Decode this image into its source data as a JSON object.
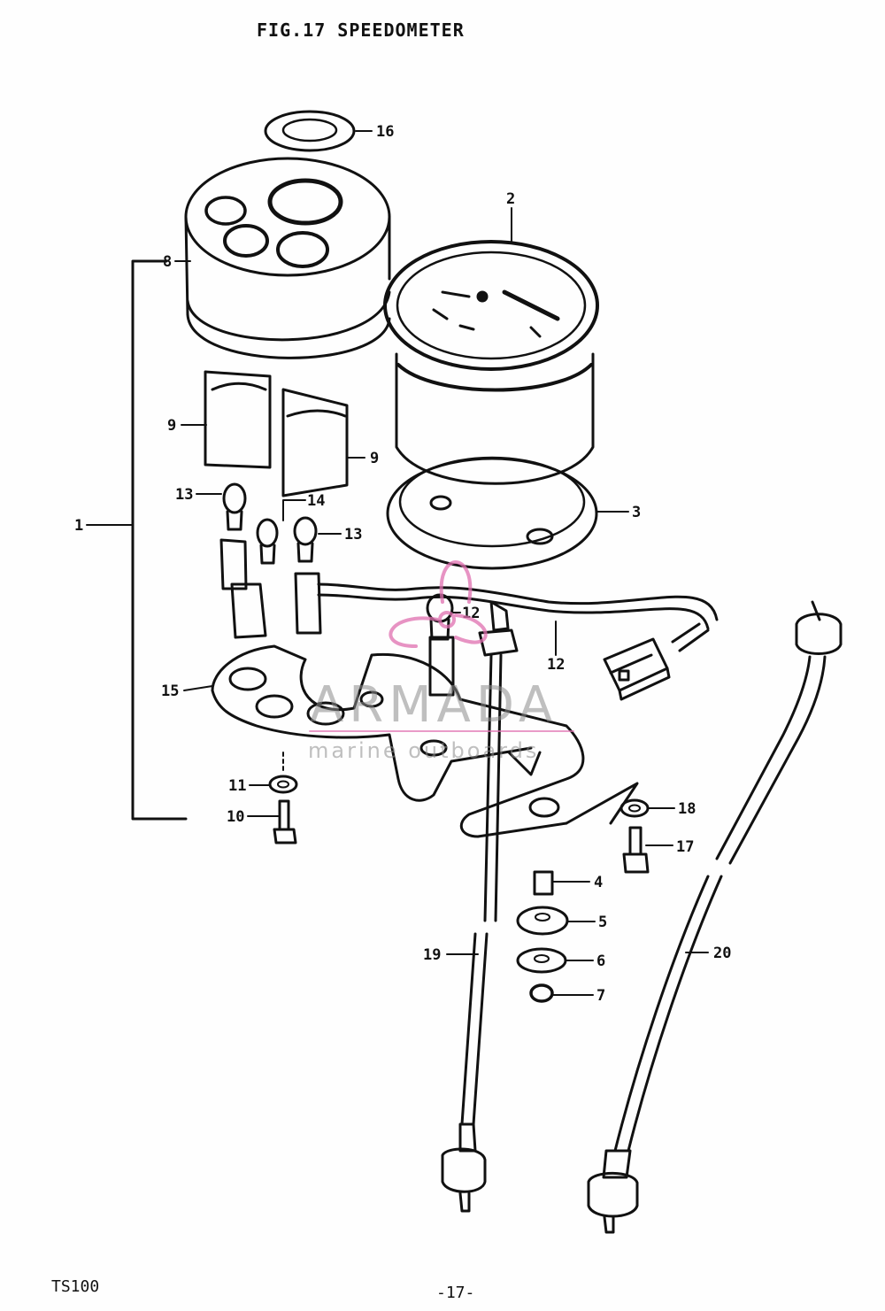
{
  "title": "FIG.17  SPEEDOMETER",
  "footer": {
    "model": "TS100",
    "page": "-17-"
  },
  "watermark": {
    "brand": "ARMADA",
    "tagline": "marine outboards",
    "accent_color": "#e070b0"
  },
  "callouts": [
    "1",
    "2",
    "3",
    "4",
    "5",
    "6",
    "7",
    "8",
    "9",
    "9",
    "10",
    "11",
    "12",
    "12",
    "13",
    "13",
    "14",
    "15",
    "16",
    "17",
    "18",
    "19",
    "20"
  ]
}
